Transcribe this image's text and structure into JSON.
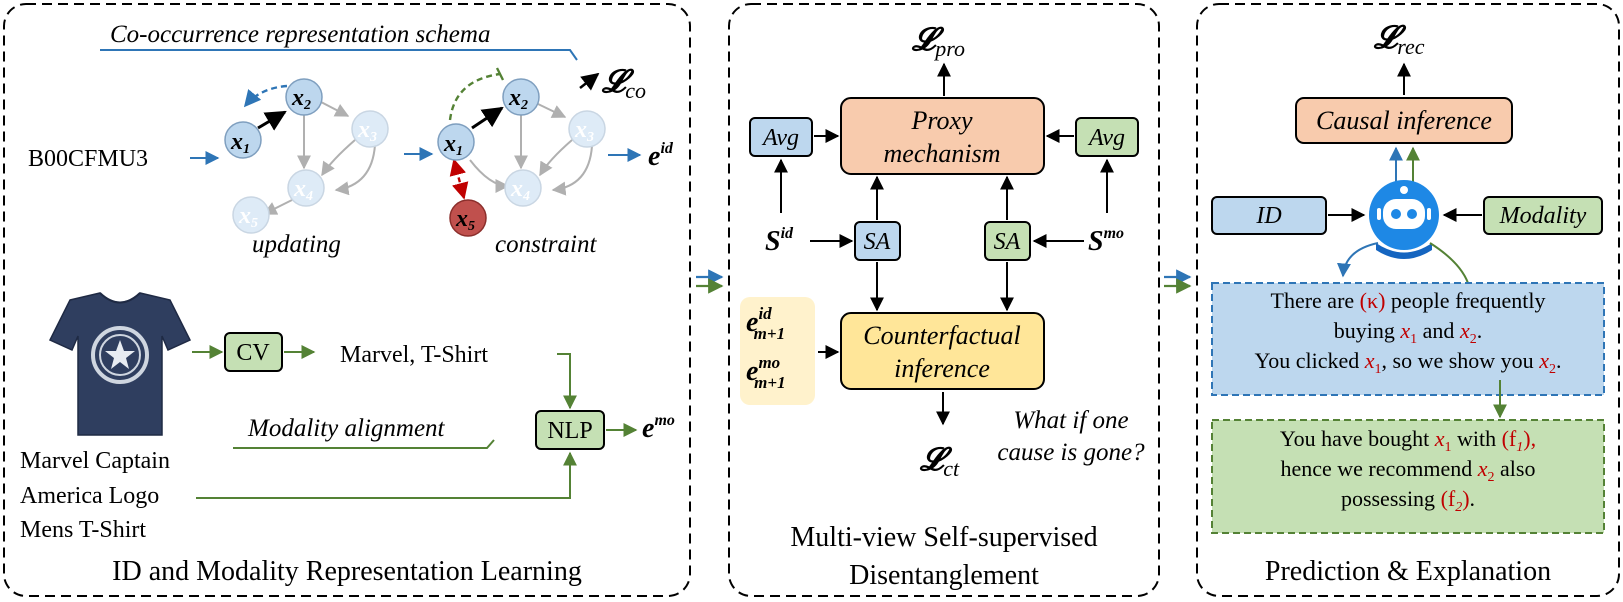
{
  "panels": {
    "left": {
      "title": "ID and Modality Representation Learning",
      "schema_title": "Co-occurrence representation schema",
      "input_id": "B00CFMU3",
      "updating_label": "updating",
      "constraint_label": "constraint",
      "loss_co": "co",
      "out_id_sup": "id",
      "cv_label": "CV",
      "cv_output": "Marvel, T-Shirt",
      "alignment_label": "Modality alignment",
      "nlp_label": "NLP",
      "out_mo_sup": "mo",
      "product_lines": [
        "Marvel Captain",
        "America Logo",
        "Mens T-Shirt"
      ],
      "nodes": {
        "x1": "1",
        "x2": "2",
        "x3": "3",
        "x4": "4",
        "x5": "5"
      }
    },
    "middle": {
      "title_line1": "Multi-view Self-supervised",
      "title_line2": "Disentanglement",
      "loss_pro": "pro",
      "avg_label": "Avg",
      "proxy_line1": "Proxy",
      "proxy_line2": "mechanism",
      "sa_label": "SA",
      "s_id_sup": "id",
      "s_mo_sup": "mo",
      "e_id_sup": "id",
      "e_mo_sup": "mo",
      "e_sub": "m+1",
      "cf_line1": "Counterfactual",
      "cf_line2": "inference",
      "question_line1": "What if one",
      "question_line2": "cause is gone?",
      "loss_ct": "ct"
    },
    "right": {
      "title": "Prediction & Explanation",
      "loss_rec": "rec",
      "causal_label": "Causal inference",
      "id_label": "ID",
      "modality_label": "Modality",
      "expl1": {
        "l1_a": "There are ",
        "l1_b": "(κ)",
        "l1_c": " people frequently",
        "l2_a": "buying ",
        "l2_b": " and ",
        "l2_c": ".",
        "l3_a": "You clicked ",
        "l3_b": ", so we show you ",
        "l3_c": "."
      },
      "expl2": {
        "l1_a": "You have bought ",
        "l1_b": " with ",
        "l1_c": "(f",
        "l1_d": "1",
        "l1_e": "),",
        "l2_a": "hence we recommend ",
        "l2_b": " also",
        "l3_a": "possessing ",
        "l3_b": "(f",
        "l3_c": "2",
        "l3_d": ")",
        "l3_e": "."
      },
      "x_var": "x",
      "sub1": "1",
      "sub2": "2"
    },
    "shared": {
      "loss_symbol": "𝓛",
      "e_symbol": "e",
      "s_symbol": "S",
      "x_symbol": "x"
    }
  },
  "colors": {
    "blue_fill": "#bdd7ee",
    "blue_stroke": "#2e75b6",
    "green_fill": "#c5e0b4",
    "green_stroke": "#548235",
    "orange_fill": "#f8cbad",
    "yellow_fill": "#ffe699",
    "red_accent": "#c00000",
    "node_blue": "#bdd7ee",
    "node_faded": "#deebf7",
    "node_red": "#c0504d"
  }
}
